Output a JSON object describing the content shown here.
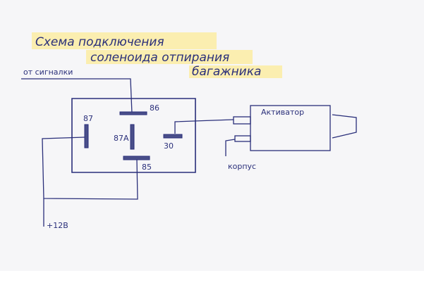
{
  "title": {
    "line1": "Схема подключения",
    "line2": "соленоида отпирания",
    "line3": "багажника"
  },
  "labels": {
    "from_alarm": "от сигналки",
    "pin_87": "87",
    "pin_86": "86",
    "pin_87a": "87А",
    "pin_30": "30",
    "pin_85": "85",
    "activator": "Активатор",
    "ground": "корпус",
    "plus12v": "+12В"
  },
  "colors": {
    "ink": "#2a2f7a",
    "highlight": "#fbeeb0",
    "paper": "#f6f6f8"
  }
}
